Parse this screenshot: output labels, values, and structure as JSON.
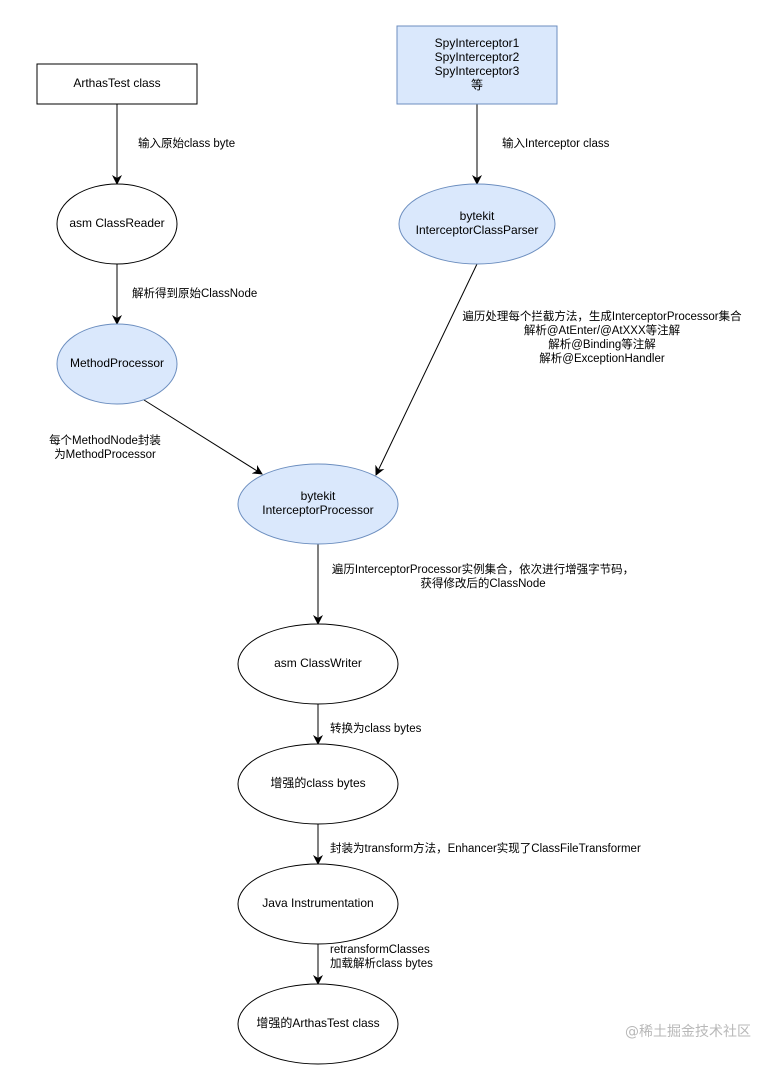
{
  "colors": {
    "stroke": "#000000",
    "fill_white": "#ffffff",
    "fill_blue": "#dae8fc",
    "stroke_blue": "#6c8ebf",
    "watermark": "#b8b8b8"
  },
  "nodes": [
    {
      "id": "arthastest-class",
      "shape": "rect",
      "style": "white",
      "lines": [
        "ArthasTest class"
      ]
    },
    {
      "id": "spy-interceptors",
      "shape": "rect",
      "style": "blue",
      "lines": [
        "SpyInterceptor1",
        "SpyInterceptor2",
        "SpyInterceptor3",
        "等"
      ]
    },
    {
      "id": "asm-classreader",
      "shape": "ellipse",
      "style": "white",
      "lines": [
        "asm ClassReader"
      ]
    },
    {
      "id": "bytekit-interceptorclassparser",
      "shape": "ellipse",
      "style": "blue",
      "lines": [
        "bytekit",
        "InterceptorClassParser"
      ]
    },
    {
      "id": "methodprocessor",
      "shape": "ellipse",
      "style": "blue",
      "lines": [
        "MethodProcessor"
      ]
    },
    {
      "id": "bytekit-interceptorprocessor",
      "shape": "ellipse",
      "style": "blue",
      "lines": [
        "bytekit",
        "InterceptorProcessor"
      ]
    },
    {
      "id": "asm-classwriter",
      "shape": "ellipse",
      "style": "white",
      "lines": [
        "asm ClassWriter"
      ]
    },
    {
      "id": "enhanced-class-bytes",
      "shape": "ellipse",
      "style": "white",
      "lines": [
        "增强的class bytes"
      ]
    },
    {
      "id": "java-instrumentation",
      "shape": "ellipse",
      "style": "white",
      "lines": [
        "Java Instrumentation"
      ]
    },
    {
      "id": "enhanced-arthastest-class",
      "shape": "ellipse",
      "style": "white",
      "lines": [
        "增强的ArthasTest class"
      ]
    }
  ],
  "edges": [
    {
      "id": "edge-input-class-byte",
      "from": "arthastest-class",
      "to": "asm-classreader",
      "lines": [
        "输入原始class byte"
      ]
    },
    {
      "id": "edge-input-interceptor-class",
      "from": "spy-interceptors",
      "to": "bytekit-interceptorclassparser",
      "lines": [
        "输入Interceptor class"
      ]
    },
    {
      "id": "edge-parse-classnode",
      "from": "asm-classreader",
      "to": "methodprocessor",
      "lines": [
        "解析得到原始ClassNode"
      ]
    },
    {
      "id": "edge-parse-interceptors",
      "from": "bytekit-interceptorclassparser",
      "to": "bytekit-interceptorprocessor",
      "lines": [
        "遍历处理每个拦截方法，生成InterceptorProcessor集合",
        "解析@AtEnter/@AtXXX等注解",
        "解析@Binding等注解",
        "解析@ExceptionHandler"
      ]
    },
    {
      "id": "edge-wrap-methodnode",
      "from": "methodprocessor",
      "to": "bytekit-interceptorprocessor",
      "lines": [
        "每个MethodNode封装",
        "为MethodProcessor"
      ]
    },
    {
      "id": "edge-enhance-bytecode",
      "from": "bytekit-interceptorprocessor",
      "to": "asm-classwriter",
      "lines": [
        "遍历InterceptorProcessor实例集合，依次进行增强字节码，",
        "获得修改后的ClassNode"
      ]
    },
    {
      "id": "edge-to-class-bytes",
      "from": "asm-classwriter",
      "to": "enhanced-class-bytes",
      "lines": [
        "转换为class bytes"
      ]
    },
    {
      "id": "edge-wrap-transform",
      "from": "enhanced-class-bytes",
      "to": "java-instrumentation",
      "lines": [
        "封装为transform方法，Enhancer实现了ClassFileTransformer"
      ]
    },
    {
      "id": "edge-retransform",
      "from": "java-instrumentation",
      "to": "enhanced-arthastest-class",
      "lines": [
        "retransformClasses",
        "加载解析class bytes"
      ]
    }
  ],
  "watermark": "@稀土掘金技术社区"
}
